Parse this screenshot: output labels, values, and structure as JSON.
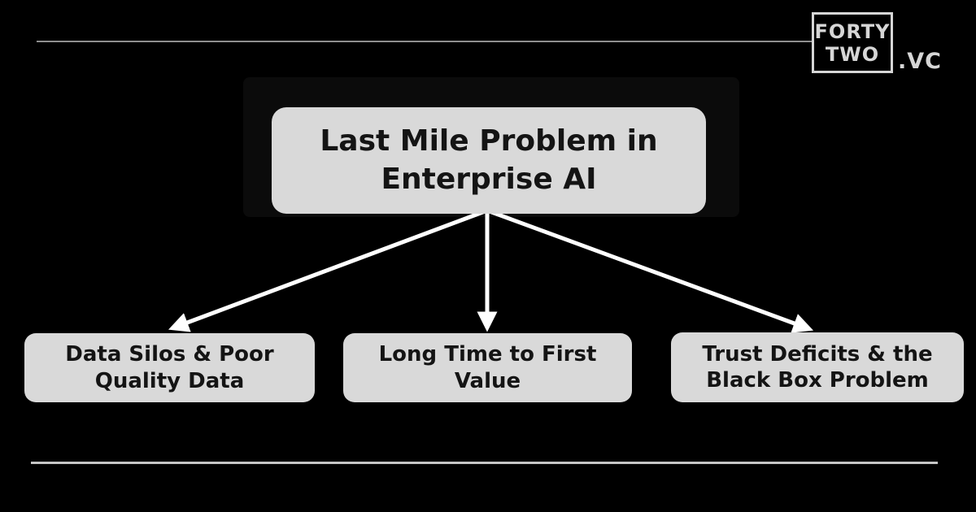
{
  "colors": {
    "background": "#000000",
    "node_fill": "#d9d9d9",
    "node_text": "#141414",
    "arrow": "#ffffff",
    "top_divider": "#8f8f8f",
    "bottom_divider": "#c6c6c6",
    "logo": "#d6d6d6"
  },
  "header": {
    "logo": {
      "line1": "FORTY",
      "line2": "TWO",
      "suffix": ".VC"
    }
  },
  "diagram": {
    "root": {
      "label": "Last Mile Problem in Enterprise AI"
    },
    "children": [
      {
        "label": "Data Silos & Poor Quality Data"
      },
      {
        "label": "Long Time to First Value"
      },
      {
        "label": "Trust Deficits & the Black Box Problem"
      }
    ]
  }
}
